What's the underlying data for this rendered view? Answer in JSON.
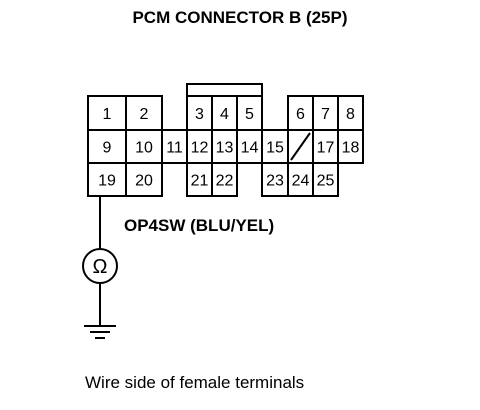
{
  "title": "PCM CONNECTOR B (25P)",
  "wire_label": "OP4SW (BLU/YEL)",
  "caption": "Wire side of female terminals",
  "connector": {
    "rows": [
      [
        "1",
        "2",
        "",
        "3",
        "4",
        "5",
        "",
        "6",
        "7",
        "8"
      ],
      [
        "9",
        "10",
        "11",
        "12",
        "13",
        "14",
        "15",
        "",
        "17",
        "18"
      ],
      [
        "19",
        "20",
        "",
        "21",
        "22",
        "",
        "23",
        "24",
        "25",
        ""
      ]
    ]
  },
  "meter": {
    "symbol": "Ω",
    "icon": "ohmmeter-icon",
    "probe_terminal": "19"
  },
  "ground": {
    "icon": "ground-icon"
  },
  "colors": {
    "ink": "#000000",
    "background": "#ffffff"
  }
}
